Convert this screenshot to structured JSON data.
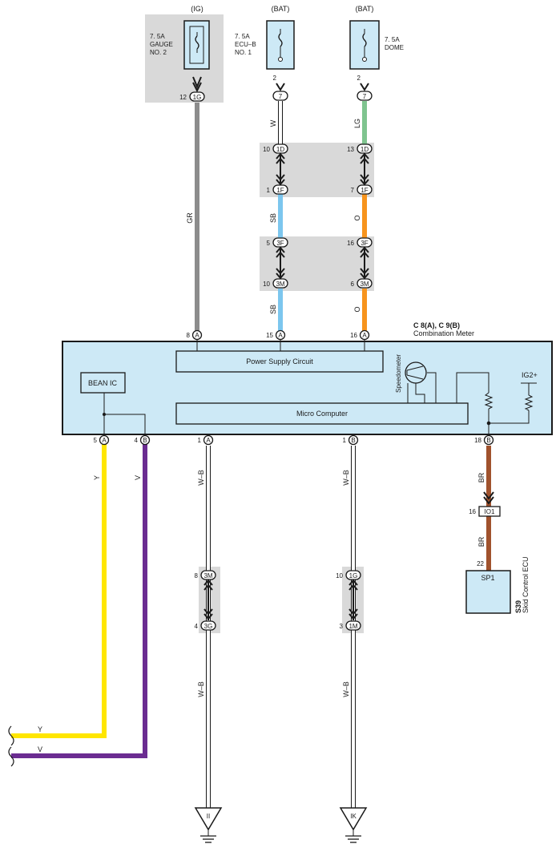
{
  "diagram": {
    "fuses": [
      {
        "source": "(IG)",
        "rating": "7. 5A",
        "name_line1": "GAUGE",
        "name_line2": "NO. 2"
      },
      {
        "source": "(BAT)",
        "rating": "7. 5A",
        "name_line1": "ECU–B",
        "name_line2": "NO. 1"
      },
      {
        "source": "(BAT)",
        "rating": "7. 5A",
        "name_line1": "DOME",
        "name_line2": ""
      }
    ],
    "connectors": {
      "gauge_pin": "12",
      "gauge_code": "1G",
      "ecub_pin": "2",
      "ecub_code": "7",
      "dome_pin": "2",
      "dome_code": "7",
      "j1d_left_pin": "10",
      "j1d_right_pin": "13",
      "j1d_code": "1D",
      "j1f_left_pin": "1",
      "j1f_right_pin": "7",
      "j1f_code": "1F",
      "j3f_left_pin": "5",
      "j3f_right_pin": "16",
      "j3f_code": "3F",
      "j3m_left_pin": "10",
      "j3m_right_pin": "6",
      "j3m_code": "3M",
      "meter_top_pins": [
        "8",
        "15",
        "16"
      ],
      "meter_a": "A",
      "meter_b": "B",
      "meter_bottom_pins": [
        "5",
        "4",
        "1",
        "1",
        "18"
      ],
      "meter_bottom_codes": [
        "A",
        "B",
        "A",
        "B",
        "B"
      ],
      "g1_top_pin": "8",
      "g1_top_code": "3M",
      "g1_bot_pin": "4",
      "g1_bot_code": "3G",
      "g2_top_pin": "10",
      "g2_top_code": "1G",
      "g2_bot_pin": "3",
      "g2_bot_code": "1M",
      "io_pin": "16",
      "io_code": "IO1",
      "ecu_pin": "22"
    },
    "wires": {
      "gr": "GR",
      "w": "W",
      "lg": "LG",
      "sb": "SB",
      "o": "O",
      "y": "Y",
      "v": "V",
      "wb": "W–B",
      "br": "BR"
    },
    "meter": {
      "title": "C 8(A), C 9(B)",
      "subtitle": "Combination Meter",
      "power_supply": "Power Supply Circuit",
      "micro": "Micro Computer",
      "bean": "BEAN IC",
      "speedometer": "Speedometer",
      "ig2": "IG2+"
    },
    "ecu": {
      "id": "S39",
      "name": "Skid Control ECU",
      "terminal": "SP1"
    },
    "grounds": [
      "II",
      "IK"
    ],
    "colors": {
      "panel": "#cde9f6",
      "junction": "#d9d9d9",
      "gr": "#8c8c8c",
      "lg": "#7fc48f",
      "sb": "#7cc6ee",
      "o": "#f7941d",
      "y": "#ffe600",
      "v": "#6b2c91",
      "br": "#a0522d"
    }
  }
}
